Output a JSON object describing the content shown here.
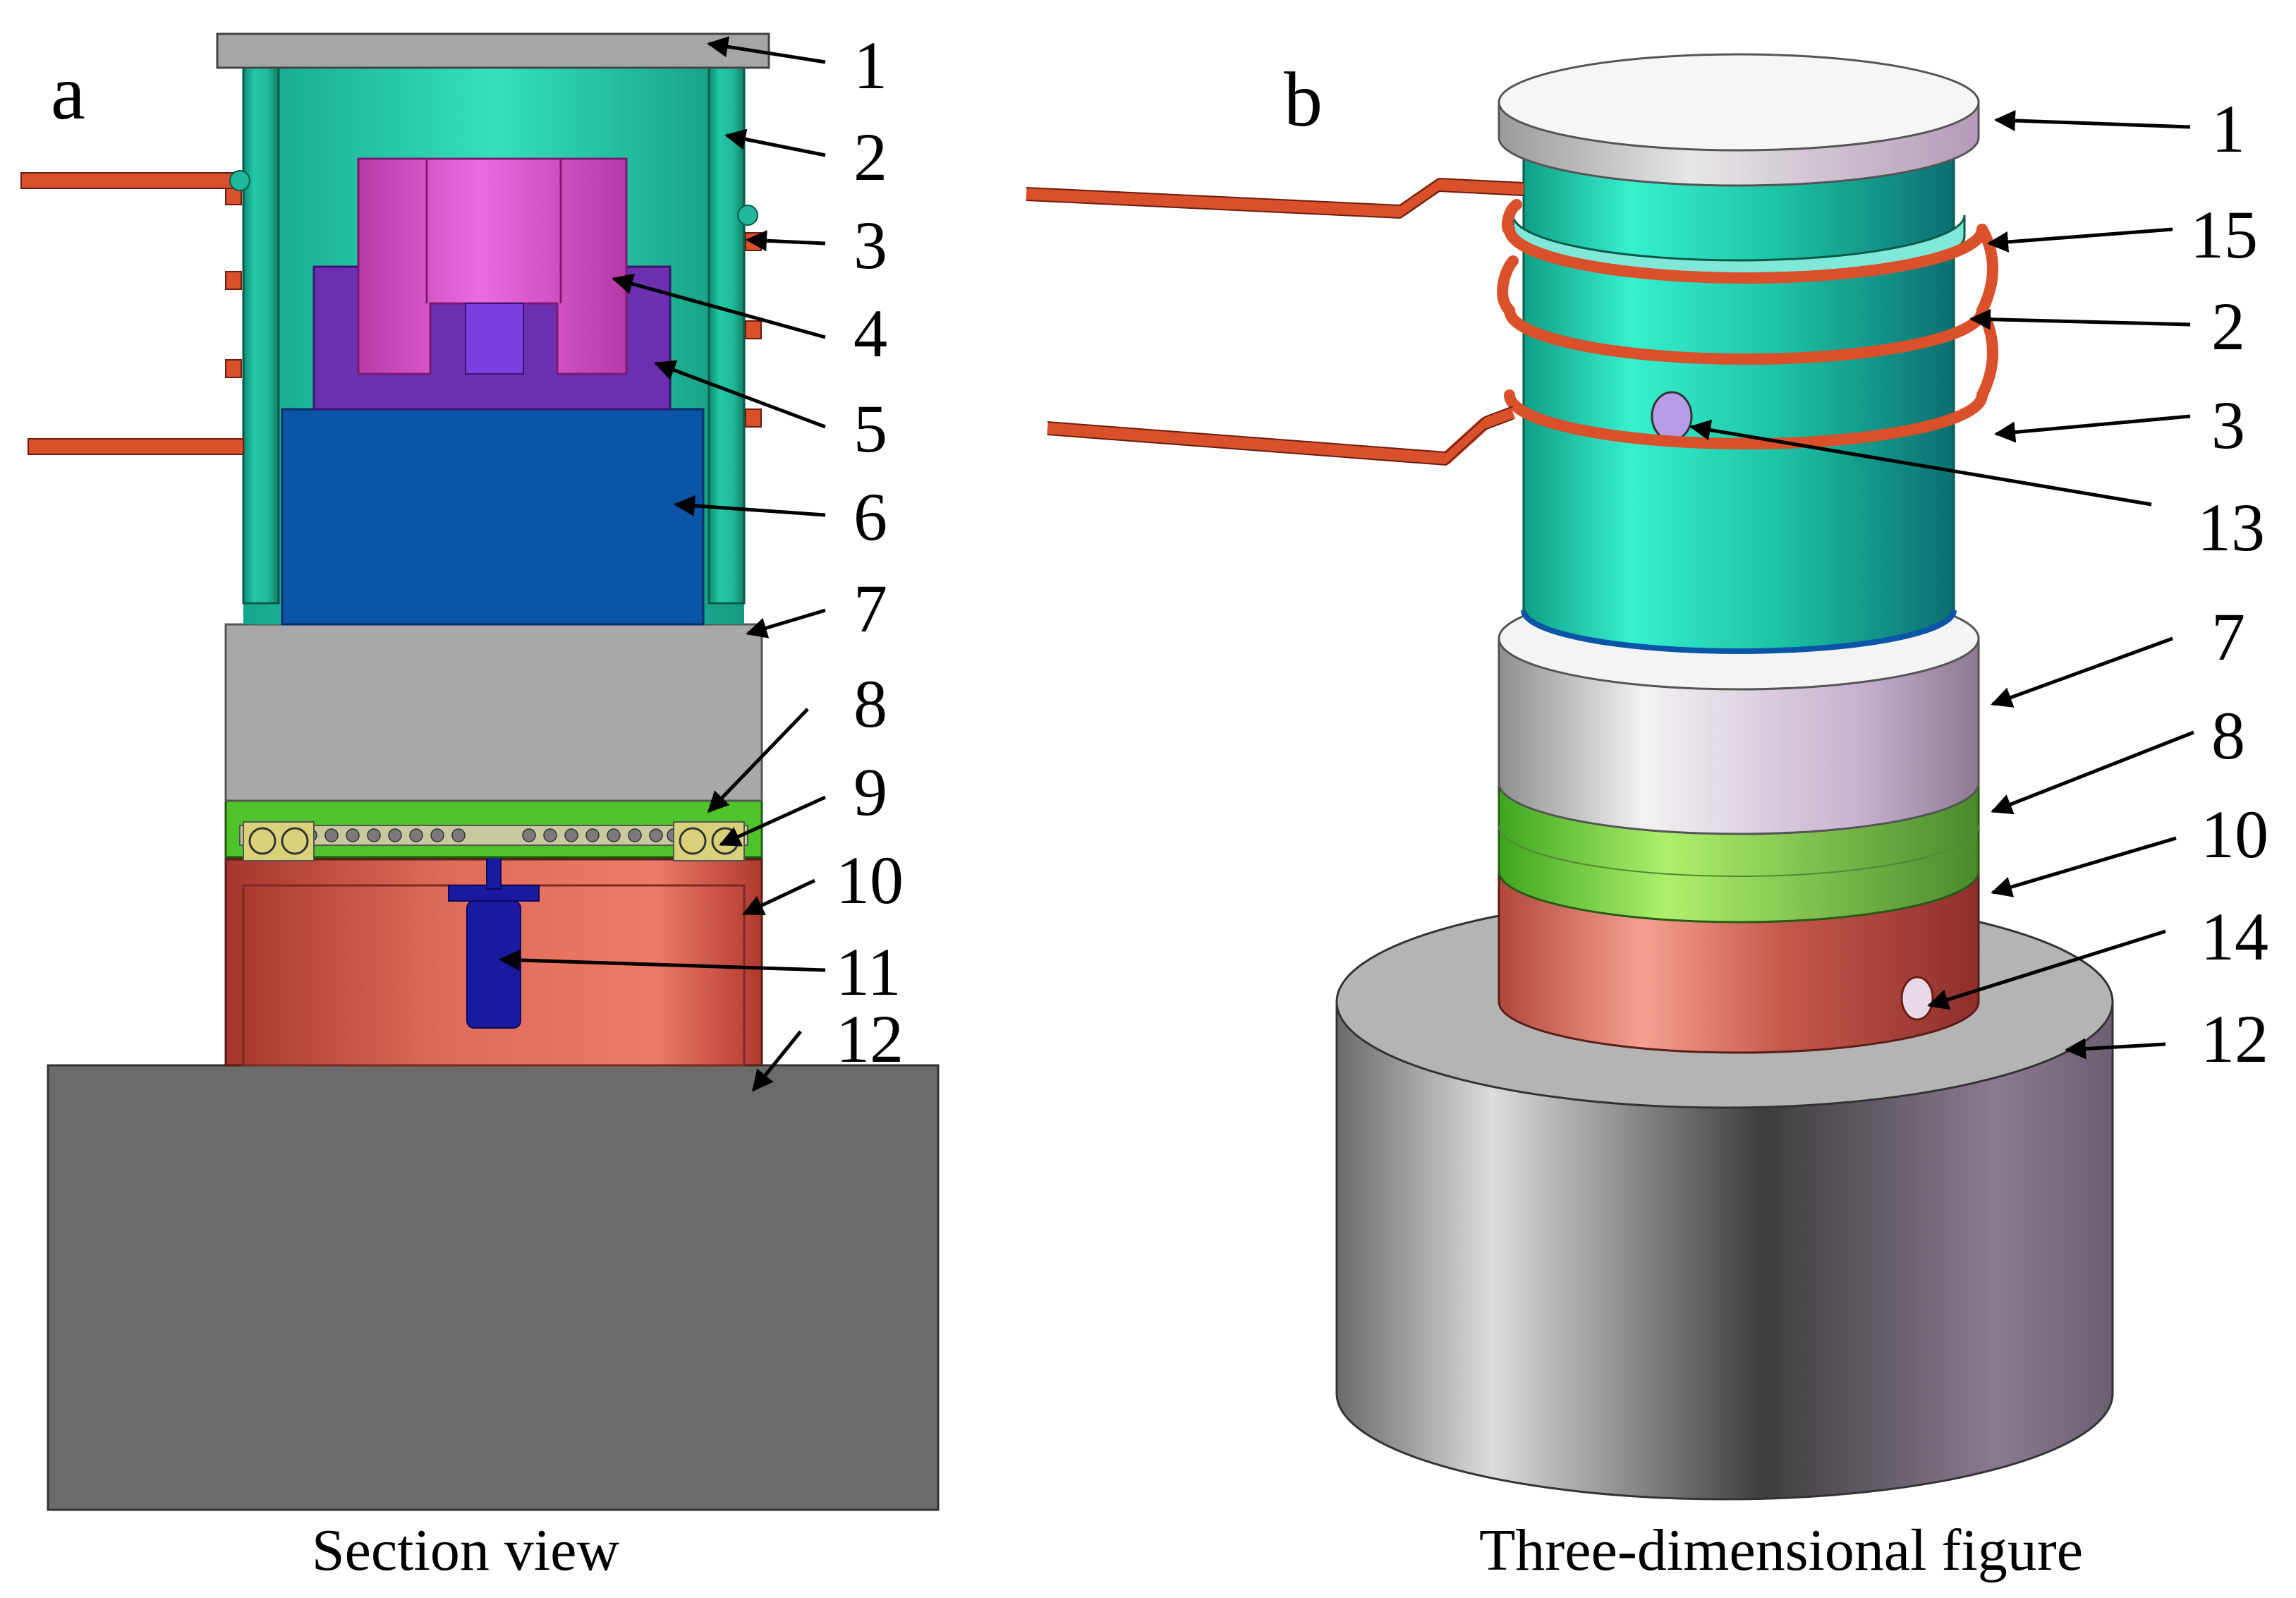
{
  "panel_a": {
    "letter": "a",
    "caption": "Section view",
    "callouts": [
      "1",
      "2",
      "3",
      "4",
      "5",
      "6",
      "7",
      "8",
      "9",
      "10",
      "11",
      "12"
    ]
  },
  "panel_b": {
    "letter": "b",
    "caption": "Three-dimensional figure",
    "callouts": [
      "1",
      "15",
      "2",
      "3",
      "13",
      "7",
      "8",
      "10",
      "14",
      "12"
    ]
  },
  "colors": {
    "top_plate": "#a6a6a6",
    "cylinder_teal": "#1fb89a",
    "crucible_magenta": "#d14cc4",
    "holder_purple": "#6b2fb0",
    "block_blue": "#0a55a8",
    "gray_block": "#a8a8a8",
    "green_layer": "#4fc42a",
    "red_base": "#d9574a",
    "pin_blue": "#1a1aa0",
    "platform_gray": "#6b6b6b",
    "coil_copper": "#d9502a"
  }
}
